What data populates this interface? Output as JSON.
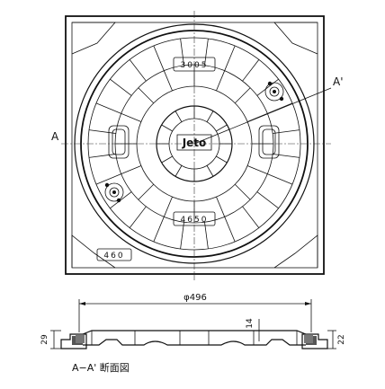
{
  "plan_view": {
    "section_mark_left": "A",
    "section_mark_right": "A'",
    "cover_top_code": "3005",
    "cover_bottom_code": "4650",
    "cover_center_logo": "Jeto",
    "frame_code": "460"
  },
  "section_view": {
    "diameter_label": "φ496",
    "thickness_label": "14",
    "left_height_label": "29",
    "right_height_label": "22",
    "caption": "A−A' 断面図"
  }
}
